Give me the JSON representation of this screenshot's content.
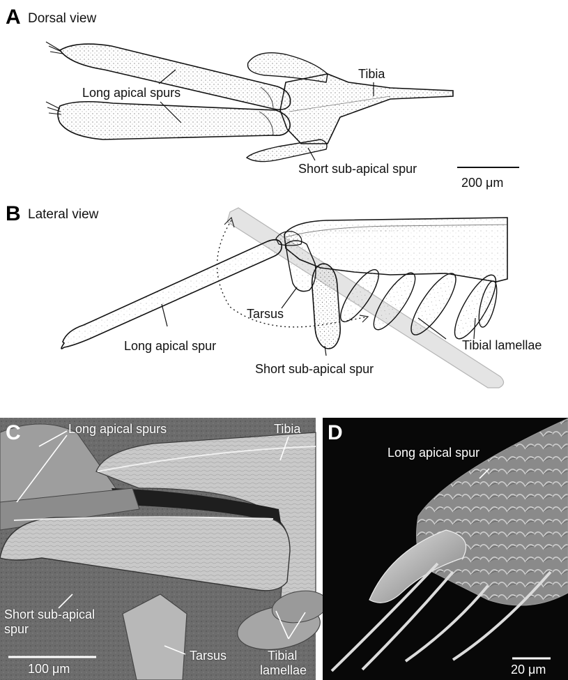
{
  "panel_a": {
    "letter": "A",
    "view": "Dorsal view",
    "labels": {
      "long_apical_spurs": "Long apical spurs",
      "tibia": "Tibia",
      "short_sub_apical_spur": "Short sub-apical spur"
    },
    "scale_bar": "200 μm"
  },
  "panel_b": {
    "letter": "B",
    "view": "Lateral view",
    "labels": {
      "tarsus": "Tarsus",
      "long_apical_spur": "Long apical spur",
      "short_sub_apical_spur": "Short sub-apical spur",
      "tibial_lamellae": "Tibial lamellae"
    }
  },
  "panel_c": {
    "letter": "C",
    "labels": {
      "long_apical_spurs": "Long apical spurs",
      "tibia": "Tibia",
      "short_sub_apical_spur_line1": "Short sub-apical",
      "short_sub_apical_spur_line2": "spur",
      "tarsus": "Tarsus",
      "tibial_lamellae_line1": "Tibial",
      "tibial_lamellae_line2": "lamellae"
    },
    "scale_bar": "100 μm"
  },
  "panel_d": {
    "letter": "D",
    "labels": {
      "long_apical_spur": "Long apical spur"
    },
    "scale_bar": "20 μm"
  },
  "colors": {
    "ink": "#111111",
    "sem_c_bg": "#6f6f6f",
    "sem_d_bg": "#0a0a0a",
    "ghost": "#c8c8c8"
  }
}
